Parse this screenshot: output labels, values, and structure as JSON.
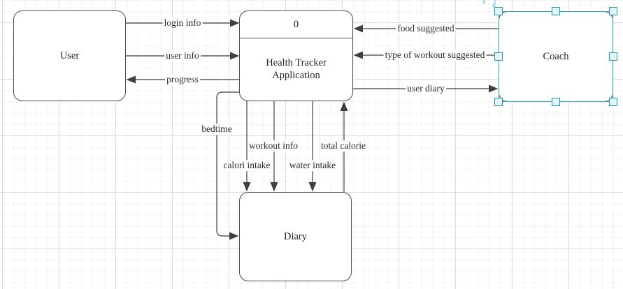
{
  "diagram": {
    "type": "data-flow-diagram",
    "nodes": {
      "user": {
        "label": "User"
      },
      "health_tracker_application": {
        "process_number": "0",
        "label": "Health Tracker Application"
      },
      "coach": {
        "label": "Coach",
        "selected": true
      },
      "diary": {
        "label": "Diary"
      }
    },
    "edges": {
      "login_info": {
        "label": "login info",
        "from": "User",
        "to": "Health Tracker Application"
      },
      "user_info": {
        "label": "user info",
        "from": "User",
        "to": "Health Tracker Application"
      },
      "progress": {
        "label": "progress",
        "from": "Health Tracker Application",
        "to": "User"
      },
      "food_suggested": {
        "label": "food suggested",
        "from": "Coach",
        "to": "Health Tracker Application"
      },
      "type_of_workout_suggested": {
        "label": "type of workout suggested",
        "from": "Coach",
        "to": "Health Tracker Application"
      },
      "user_diary": {
        "label": "user diary",
        "from": "Health Tracker Application",
        "to": "Coach"
      },
      "bedtime": {
        "label": "bedtime",
        "from": "Health Tracker Application",
        "to": "Diary"
      },
      "calori_intake": {
        "label": "calori intake",
        "from": "Health Tracker Application",
        "to": "Diary"
      },
      "workout_info": {
        "label": "workout info",
        "from": "Health Tracker Application",
        "to": "Diary"
      },
      "water_intake": {
        "label": "water intake",
        "from": "Health Tracker Application",
        "to": "Diary"
      },
      "total_calorie": {
        "label": "total calorie",
        "from": "Diary",
        "to": "Health Tracker Application"
      }
    },
    "colors": {
      "line": "#5e5e5e",
      "arrowhead": "#3f3f3f",
      "node_border": "#4f4f4f",
      "selection": "#2aa7c9",
      "grid_minor": "#f3f3f6",
      "grid_major": "#dcdce2"
    }
  }
}
